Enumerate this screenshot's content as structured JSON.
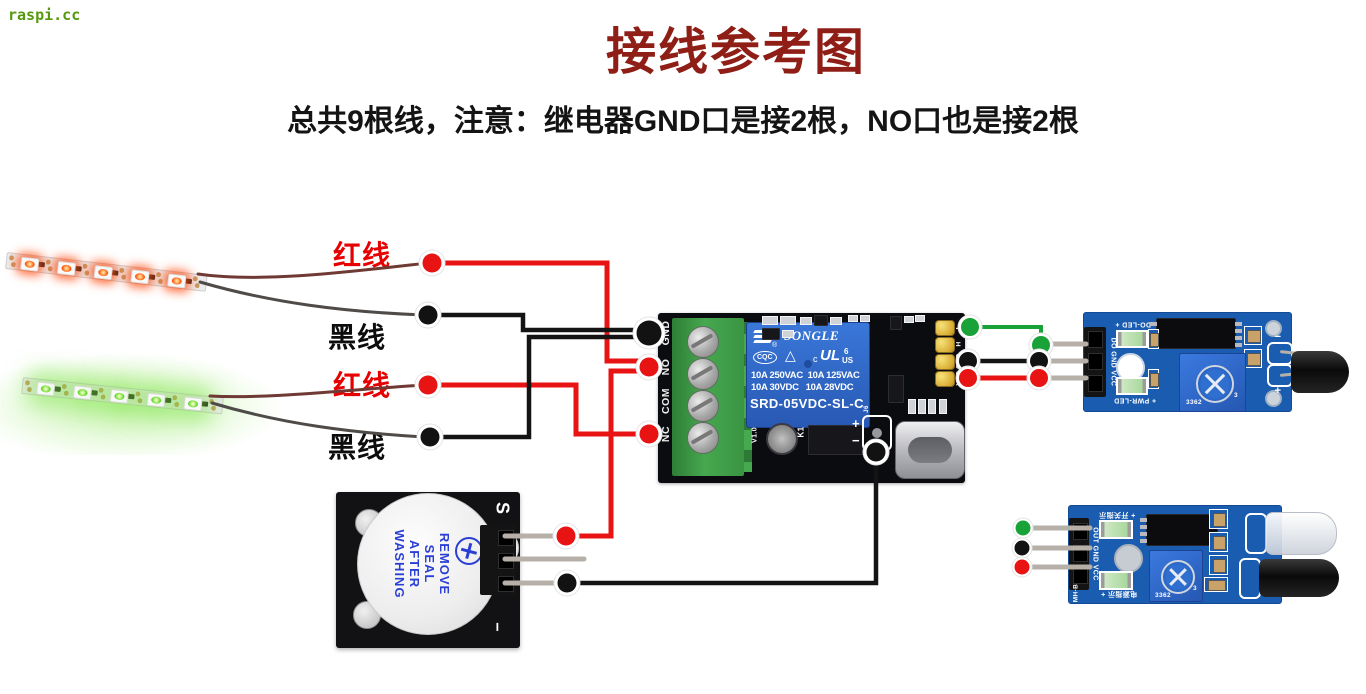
{
  "watermark": "raspi.cc",
  "header": {
    "title": "接线参考图",
    "subtitle": "总共9根线，注意：继电器GND口是接2根，NO口也是接2根"
  },
  "wire_labels": {
    "strip1_red": "红线",
    "strip1_black": "黑线",
    "strip2_red": "红线",
    "strip2_black": "黑线"
  },
  "colors": {
    "title": "#8e1e16",
    "red_wire": "#e81313",
    "black_wire": "#141414",
    "green_wire": "#18a238",
    "relay_pcb": "#0b0c10",
    "sensor_pcb": "#1a5cb0"
  },
  "relay_module": {
    "terminals": [
      "GND",
      "NO",
      "COM",
      "NC"
    ],
    "pin_header": [
      "L",
      "H",
      "GND",
      "VDD"
    ],
    "relay_brand": "SONGLE",
    "reg_mark": "®",
    "cert_oval": "CQC",
    "cert_triangle": "△",
    "cert_ul_prefix": "c",
    "cert_ul": "UL",
    "cert_ul_num": "6",
    "cert_ul_suffix": "US",
    "rating_line1": "10A 250VAC  10A 125VAC",
    "rating_line2": "10A 30VDC   10A 28VDC",
    "model": "SRD-05VDC-SL-C",
    "version": "V1.0",
    "relay_ref": "K1",
    "usb_ref": "J6",
    "plus": "+",
    "minus": "−"
  },
  "flame_sensor": {
    "pin_labels": "DO GND VCC",
    "do_led": "DO-LED",
    "pwr_led": "PWR-LED",
    "plus_top": "+",
    "plus_bottom": "+",
    "minus": "−",
    "plus": "+",
    "pot": "3362",
    "pot_suffix": "3"
  },
  "ir_sensor": {
    "pin_labels": "OUT GND VCC",
    "board_ref": "MH-B",
    "label_top": "开关指示",
    "label_bottom": "电源指示",
    "plus_top": "+",
    "plus_bottom": "+",
    "pot": "3362",
    "pot_suffix": "3"
  },
  "buzzer_module": {
    "seal_line1": "REMOVE",
    "seal_line2": "SEAL",
    "seal_line3": "AFTER",
    "seal_line4": "WASHING",
    "pin_top": "S",
    "pin_bottom": "−"
  },
  "connections": [
    {
      "from": "red-led-strip red-wire",
      "to": "relay NO",
      "color": "red"
    },
    {
      "from": "red-led-strip black-wire",
      "to": "relay GND",
      "color": "black"
    },
    {
      "from": "green-led-strip red-wire",
      "to": "relay NC",
      "color": "red"
    },
    {
      "from": "green-led-strip black-wire",
      "to": "relay GND",
      "color": "black"
    },
    {
      "from": "buzzer S",
      "to": "relay NO",
      "color": "red"
    },
    {
      "from": "buzzer −",
      "to": "relay − pad",
      "color": "black"
    },
    {
      "from": "relay L",
      "to": "flame-sensor DO",
      "color": "green"
    },
    {
      "from": "relay GND header",
      "to": "flame-sensor GND",
      "color": "black"
    },
    {
      "from": "relay VDD",
      "to": "flame-sensor VCC",
      "color": "red"
    }
  ]
}
